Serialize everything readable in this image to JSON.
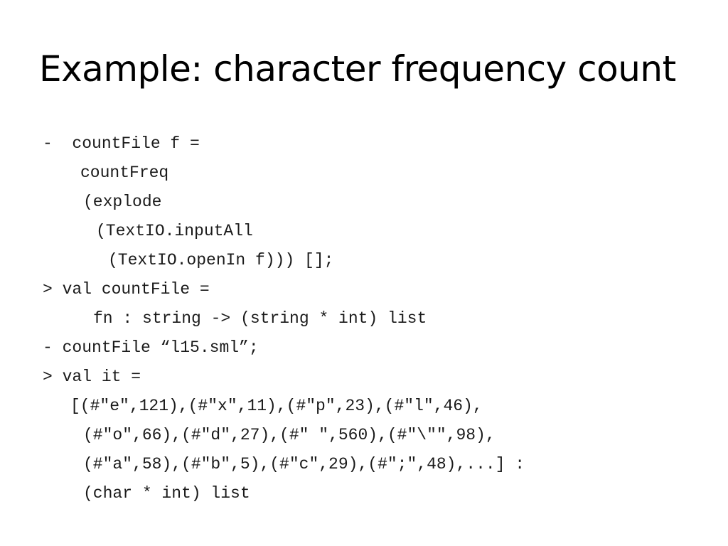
{
  "slide": {
    "title": "Example: character frequency count",
    "code_lines": [
      "-  countFile f =",
      "countFreq",
      "(explode",
      "(TextIO.inputAll",
      "(TextIO.openIn f))) [];",
      "> val countFile =",
      "fn : string -> (string * int) list",
      "- countFile “l15.sml”;",
      "> val it =",
      "[(#\"e\",121),(#\"x\",11),(#\"p\",23),(#\"l\",46),",
      "(#\"o\",66),(#\"d\",27),(#\" \",560),(#\"\\\"\",98),",
      "(#\"a\",58),(#\"b\",5),(#\"c\",29),(#\";\",48),...] :",
      "(char * int) list"
    ]
  }
}
